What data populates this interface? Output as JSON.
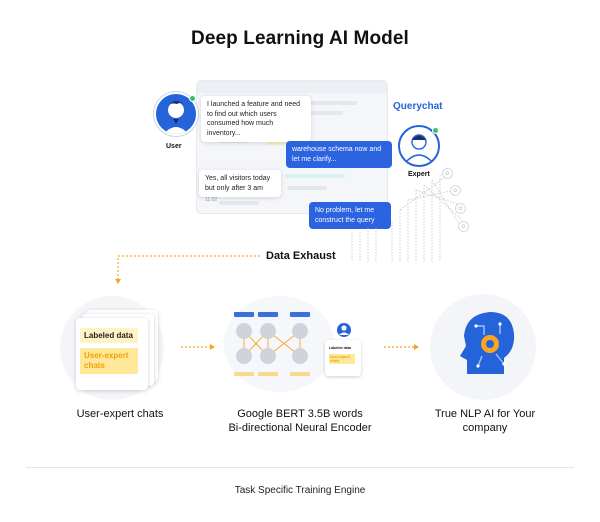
{
  "title": "Deep Learning AI Model",
  "chat": {
    "user_label": "User",
    "expert_label": "Expert",
    "brand": "Querychat",
    "messages": [
      {
        "from": "user",
        "text": "I launched a feature and need to find out which users consumed how much inventory..."
      },
      {
        "from": "expert",
        "text": "warehouse schema now and let me clarify..."
      },
      {
        "from": "user",
        "text": "Yes, all visitors today but only after 3 am"
      },
      {
        "from": "expert",
        "text": "No problem, let me construct the query"
      }
    ]
  },
  "data_exhaust": "Data Exhaust",
  "stages": [
    {
      "caption": "User-expert chats",
      "labeled_tag": "Labeled data",
      "ue_tag": "User-expert chats"
    },
    {
      "caption_line1": "Google BERT 3.5B words",
      "caption_line2": "Bi-directional Neural Encoder",
      "mini_labeled": "Labeled data",
      "mini_ue": "User-expert chats"
    },
    {
      "caption_line1": "True NLP AI for Your",
      "caption_line2": "company"
    }
  ],
  "footer": "Task Specific Training Engine",
  "colors": {
    "accent": "#2563d9",
    "arrow": "#f5a623",
    "tag_yellow": "#ffe89a",
    "online": "#37c26b"
  }
}
